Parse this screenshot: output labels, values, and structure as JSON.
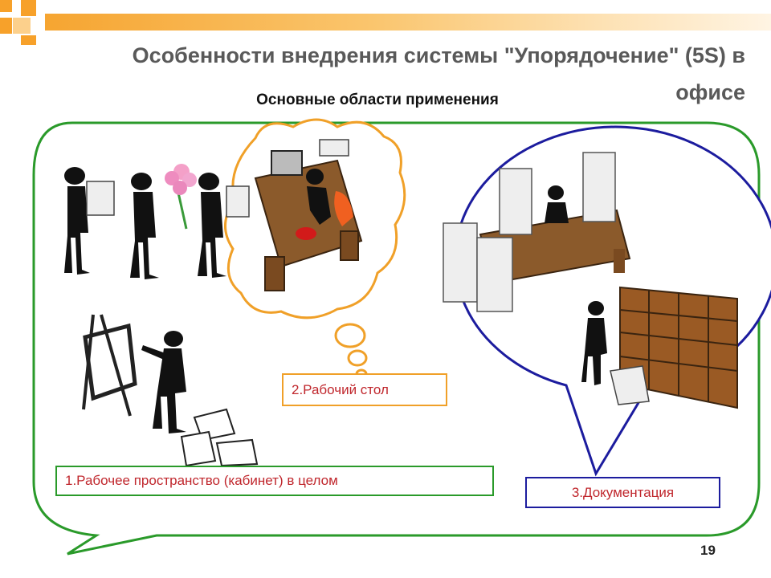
{
  "slide": {
    "title": "Особенности внедрения системы \"Упорядочение\" (5S) в офисе",
    "subtitle": "Основные области применения",
    "page_number": "19"
  },
  "areas": [
    {
      "label": "1.Рабочее пространство (кабинет) в целом",
      "border_color": "#2a9a2a"
    },
    {
      "label": "2.Рабочий стол",
      "border_color": "#f0a028"
    },
    {
      "label": "3.Документация",
      "border_color": "#1c1c9e"
    }
  ],
  "colors": {
    "accent_orange": "#f7a12a",
    "label_text": "#c0272d",
    "title_text": "#595959"
  }
}
